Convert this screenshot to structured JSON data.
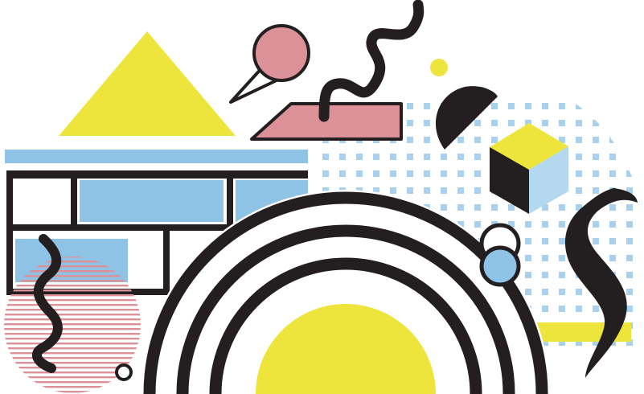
{
  "palette": {
    "yellow": "#ede43c",
    "pink": "#db9197",
    "light_blue": "#8fc3e6",
    "dot_blue": "#a9d1ee",
    "cube_blue": "#b4d8ef",
    "black": "#231f20",
    "white": "#ffffff"
  },
  "shapes": [
    "yellow-triangle",
    "pink-circle-cone",
    "pink-parallelogram",
    "black-squiggle-line",
    "yellow-dot",
    "black-half-circle",
    "blue-dot-grid",
    "isometric-cube",
    "blue-grid-panel",
    "striped-pink-circle",
    "black-rainbow-arcs",
    "yellow-semicircle",
    "stacked-rings",
    "yellow-bar",
    "black-s-curve"
  ]
}
